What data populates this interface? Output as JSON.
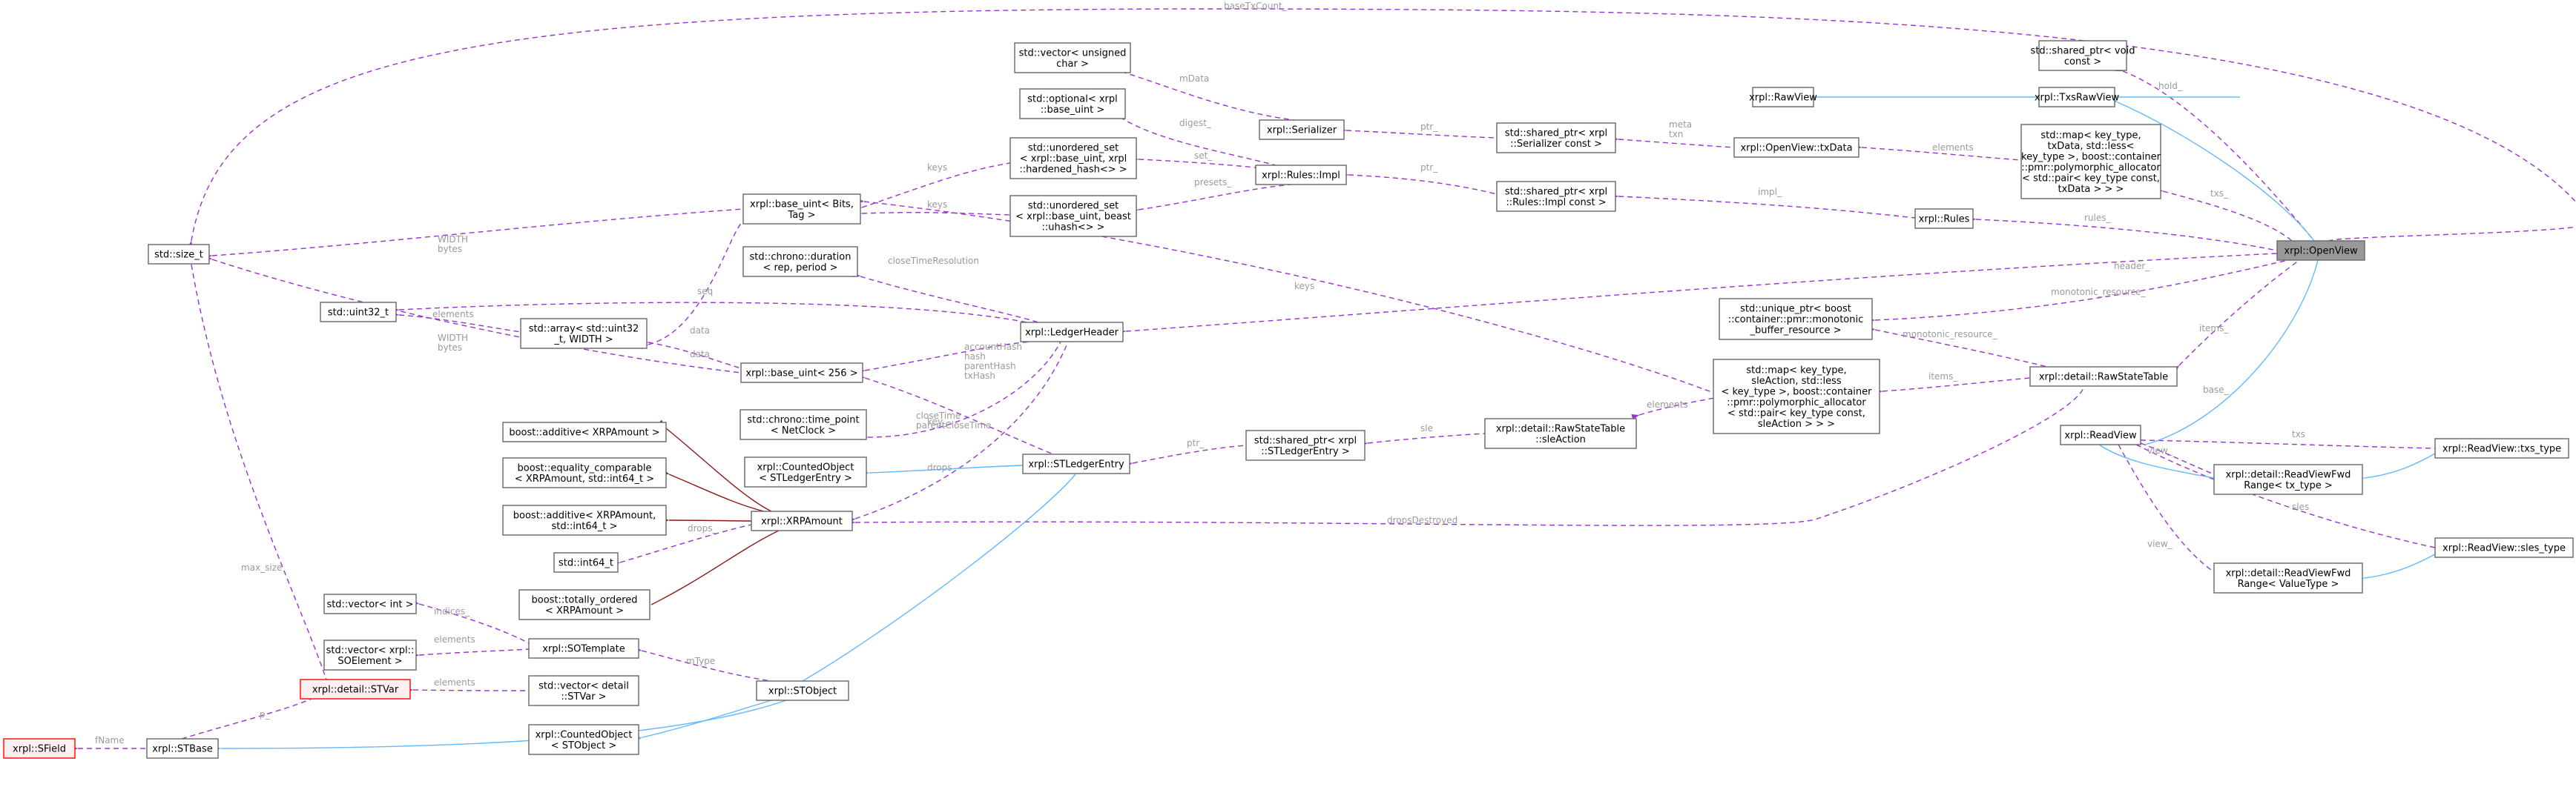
{
  "diagram": {
    "nodes": {
      "openview": [
        "xrpl::OpenView"
      ],
      "txsrawview": [
        "xrpl::TxsRawView"
      ],
      "rawview": [
        "xrpl::RawView"
      ],
      "sharedptr_void": [
        "std::shared_ptr< void",
        "const >"
      ],
      "txdata": [
        "xrpl::OpenView::txData"
      ],
      "map_txdata": [
        "std::map< key_type,",
        "txData, std::less<",
        "key_type >, boost::container",
        "::pmr::polymorphic_allocator",
        "< std::pair< key_type const,",
        "txData > > >"
      ],
      "rules": [
        "xrpl::Rules"
      ],
      "sp_serializer": [
        "std::shared_ptr< xrpl",
        "::Serializer const >"
      ],
      "sp_rulesimpl": [
        "std::shared_ptr< xrpl",
        "::Rules::Impl const >"
      ],
      "serializer": [
        "xrpl::Serializer"
      ],
      "rulesimpl": [
        "xrpl::Rules::Impl"
      ],
      "vector_uchar": [
        "std::vector< unsigned",
        "char >"
      ],
      "optional_baseuint": [
        "std::optional< xrpl",
        "::base_uint >"
      ],
      "uset_hardened": [
        "std::unordered_set",
        "< xrpl::base_uint, xrpl",
        "::hardened_hash<> >"
      ],
      "uset_beast": [
        "std::unordered_set",
        "< xrpl::base_uint, beast",
        "::uhash<> >"
      ],
      "baseuint_bits": [
        "xrpl::base_uint< Bits,",
        "Tag >"
      ],
      "chrono_duration": [
        "std::chrono::duration",
        "< rep, period >"
      ],
      "uint32": [
        "std::uint32_t"
      ],
      "array_uint32": [
        "std::array< std::uint32",
        "_t, WIDTH >"
      ],
      "baseuint256": [
        "xrpl::base_uint< 256 >"
      ],
      "ledgerheader": [
        "xrpl::LedgerHeader"
      ],
      "size_t": [
        "std::size_t"
      ],
      "unique_ptr_mbr": [
        "std::unique_ptr< boost",
        "::container::pmr::monotonic",
        "_buffer_resource >"
      ],
      "map_sleaction": [
        "std::map< key_type,",
        "sleAction, std::less",
        "< key_type >, boost::container",
        "::pmr::polymorphic_allocator",
        "< std::pair< key_type const,",
        "sleAction > > >"
      ],
      "rawstatetable": [
        "xrpl::detail::RawStateTable"
      ],
      "sleaction": [
        "xrpl::detail::RawStateTable",
        "::sleAction"
      ],
      "sp_stledgerentry": [
        "std::shared_ptr< xrpl",
        "::STLedgerEntry >"
      ],
      "stledgerentry": [
        "xrpl::STLedgerEntry"
      ],
      "chrono_timepoint": [
        "std::chrono::time_point",
        "< NetClock >"
      ],
      "countedobject_stle": [
        "xrpl::CountedObject",
        "< STLedgerEntry >"
      ],
      "additive_xrp": [
        "boost::additive< XRPAmount >"
      ],
      "equality_comparable": [
        "boost::equality_comparable",
        "< XRPAmount, std::int64_t >"
      ],
      "additive_xrp_int": [
        "boost::additive< XRPAmount,",
        "std::int64_t >"
      ],
      "int64": [
        "std::int64_t"
      ],
      "totally_ordered": [
        "boost::totally_ordered",
        "< XRPAmount >"
      ],
      "xrpamount": [
        "xrpl::XRPAmount"
      ],
      "vector_int": [
        "std::vector< int >"
      ],
      "vector_soelement": [
        "std::vector< xrpl::",
        "SOElement >"
      ],
      "sotemplate": [
        "xrpl::SOTemplate"
      ],
      "stvar": [
        "xrpl::detail::STVar"
      ],
      "vector_stvar": [
        "std::vector< detail",
        "::STVar >"
      ],
      "stobject": [
        "xrpl::STObject"
      ],
      "countedobject_sto": [
        "xrpl::CountedObject",
        "< STObject >"
      ],
      "sfield": [
        "xrpl::SField"
      ],
      "stbase": [
        "xrpl::STBase"
      ],
      "readview": [
        "xrpl::ReadView"
      ],
      "readview_txs_type": [
        "xrpl::ReadView::txs_type"
      ],
      "readviewfwd_tx": [
        "xrpl::detail::ReadViewFwd",
        "Range< tx_type >"
      ],
      "readview_sles_type": [
        "xrpl::ReadView::sles_type"
      ],
      "readviewfwd_value": [
        "xrpl::detail::ReadViewFwd",
        "Range< ValueType >"
      ]
    },
    "edge_labels": {
      "baseTxCount": "baseTxCount_",
      "hold": "hold_",
      "mData": "mData",
      "digest": "digest_",
      "set": "set_",
      "presets": "presets_",
      "keys1": "keys",
      "keys2": "keys",
      "keys3": "keys",
      "ptr1": "ptr_",
      "ptr2": "ptr_",
      "ptr3": "ptr_",
      "meta_txn": [
        "meta",
        "txn"
      ],
      "elements1": "elements",
      "impl": "impl_",
      "rules": "rules_",
      "txs": "txs_",
      "header": "header_",
      "monotonic1": "monotonic_resource_",
      "monotonic2": "monotonic_resource_",
      "items1": "items_",
      "items2": "items_",
      "elements2": "elements",
      "sle": "sle",
      "base": "base_",
      "txs2": "txs",
      "view1": "view_",
      "sles": "sles",
      "view2": "view_",
      "width_bytes1": [
        "WIDTH",
        "bytes"
      ],
      "width_bytes2": [
        "WIDTH",
        "bytes"
      ],
      "seq": "seq",
      "elements3": "elements",
      "data1": "data",
      "data2": "data",
      "closeTimeResolution": "closeTimeResolution",
      "ledger_hashes": [
        "accountHash",
        "hash",
        "parentHash",
        "txHash"
      ],
      "closeTime": [
        "closeTime",
        "parentCloseTime"
      ],
      "key": "key_",
      "drops1": "drops",
      "drops2": "drops_",
      "dropsDestroyed": "dropsDestroyed",
      "max_size": "max_size",
      "indices": "indices_",
      "elements4": "elements",
      "mType": "mType",
      "elements5": "elements",
      "p": "p_",
      "fName": "fName"
    }
  }
}
